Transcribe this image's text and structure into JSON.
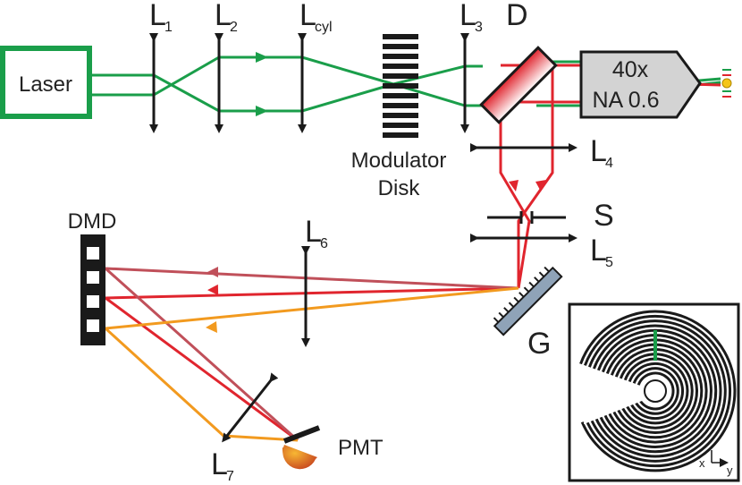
{
  "laser_label": "Laser",
  "objective": {
    "mag": "40x",
    "na": "NA 0.6"
  },
  "lenses": {
    "l1": {
      "main": "L",
      "sub": "1"
    },
    "l2": {
      "main": "L",
      "sub": "2"
    },
    "lcyl": {
      "main": "L",
      "sub": "cyl"
    },
    "l3": {
      "main": "L",
      "sub": "3"
    },
    "l4": {
      "main": "L",
      "sub": "4"
    },
    "l5": {
      "main": "L",
      "sub": "5"
    },
    "l6": {
      "main": "L",
      "sub": "6"
    },
    "l7": {
      "main": "L",
      "sub": "7"
    }
  },
  "dichroic_label": "D",
  "slit_label": "S",
  "grating_label": "G",
  "modulator": {
    "line1": "Modulator",
    "line2": "Disk"
  },
  "dmd_label": "DMD",
  "pmt_label": "PMT",
  "inset_axes": {
    "x": "x",
    "y": "y"
  },
  "colors": {
    "excitation": "#1a9e4a",
    "emission_red": "#e0252e",
    "emission_rose": "#c0505a",
    "emission_orange": "#f29a1f",
    "optics": "#1a1a1a"
  }
}
